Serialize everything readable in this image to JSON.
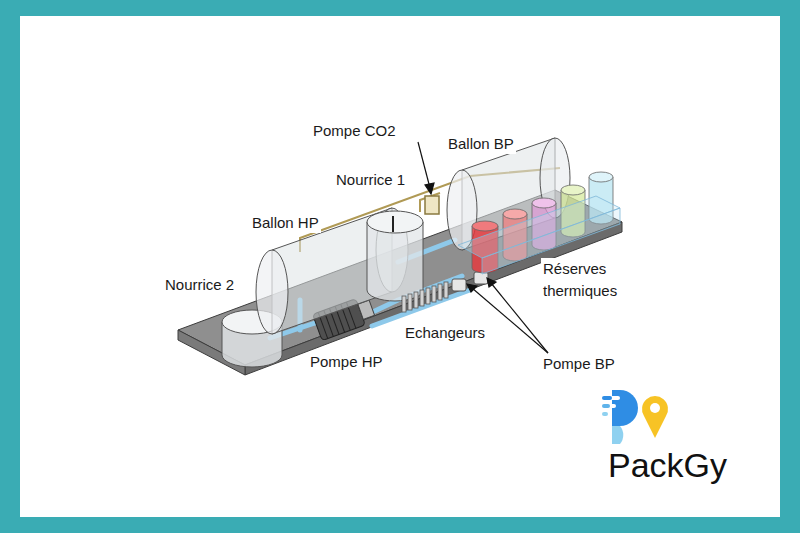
{
  "diagram": {
    "labels": [
      "Pompe CO2",
      "Ballon BP",
      "Nourrice 1",
      "Ballon HP",
      "Nourrice 2",
      "Réserves thermiques",
      "Echangeurs",
      "Pompe HP",
      "Pompe BP",
      "PackGy"
    ]
  }
}
